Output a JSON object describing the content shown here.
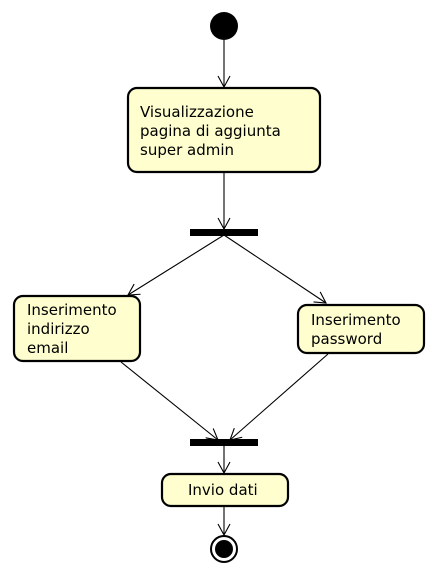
{
  "diagram": {
    "type": "activity",
    "activities": {
      "visualizzazione": [
        "Visualizzazione",
        "pagina di aggiunta",
        "super admin"
      ],
      "email": [
        "Inserimento",
        "indirizzo",
        "email"
      ],
      "password": [
        "Inserimento",
        "password"
      ],
      "invio": [
        "Invio dati"
      ]
    },
    "colors": {
      "activity_fill": "#fefece",
      "stroke": "#000000"
    }
  }
}
